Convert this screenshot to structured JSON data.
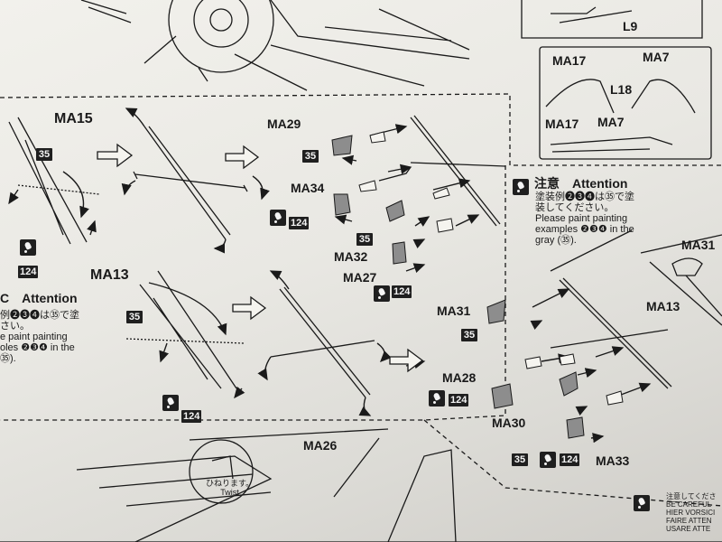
{
  "parts": {
    "ma15": "MA15",
    "ma13": "MA13",
    "ma29": "MA29",
    "ma34": "MA34",
    "ma32": "MA32",
    "ma27": "MA27",
    "ma31": "MA31",
    "ma28": "MA28",
    "ma30": "MA30",
    "ma33": "MA33",
    "ma26": "MA26",
    "ma17": "MA17",
    "ma7": "MA7",
    "l18": "L18",
    "l9": "L9",
    "ma31_detail": "MA31",
    "ma13_detail": "MA13"
  },
  "paint": {
    "c35": "35",
    "c124": "124"
  },
  "attention": {
    "title": "注意　Attention",
    "title_left": "C　Attention",
    "jp_line1": "塗装例❷❸❹は㉟で塗",
    "jp_line2": "装してください。",
    "en_line1": "Please paint painting",
    "en_line2": "examples ❷❸❹ in the",
    "en_line3": "gray (㉟).",
    "left_jp1": "例❷❸❹は㉟で塗",
    "left_jp2": "さい。",
    "left_en1": "e paint painting",
    "left_en2": "oles ❷❸❹ in the",
    "left_en3": "㉟)."
  },
  "twist": {
    "jp": "ひねります。",
    "en": "Twist"
  },
  "bottom_note": {
    "line1": "注意してくださ",
    "line2": "BE CAREFUL",
    "line3": "HIER VORSICI",
    "line4": "FAIRE ATTEN",
    "line5": "USARE ATTE"
  },
  "colors": {
    "ink": "#1a1a1a",
    "paper": "#ecebe6"
  }
}
